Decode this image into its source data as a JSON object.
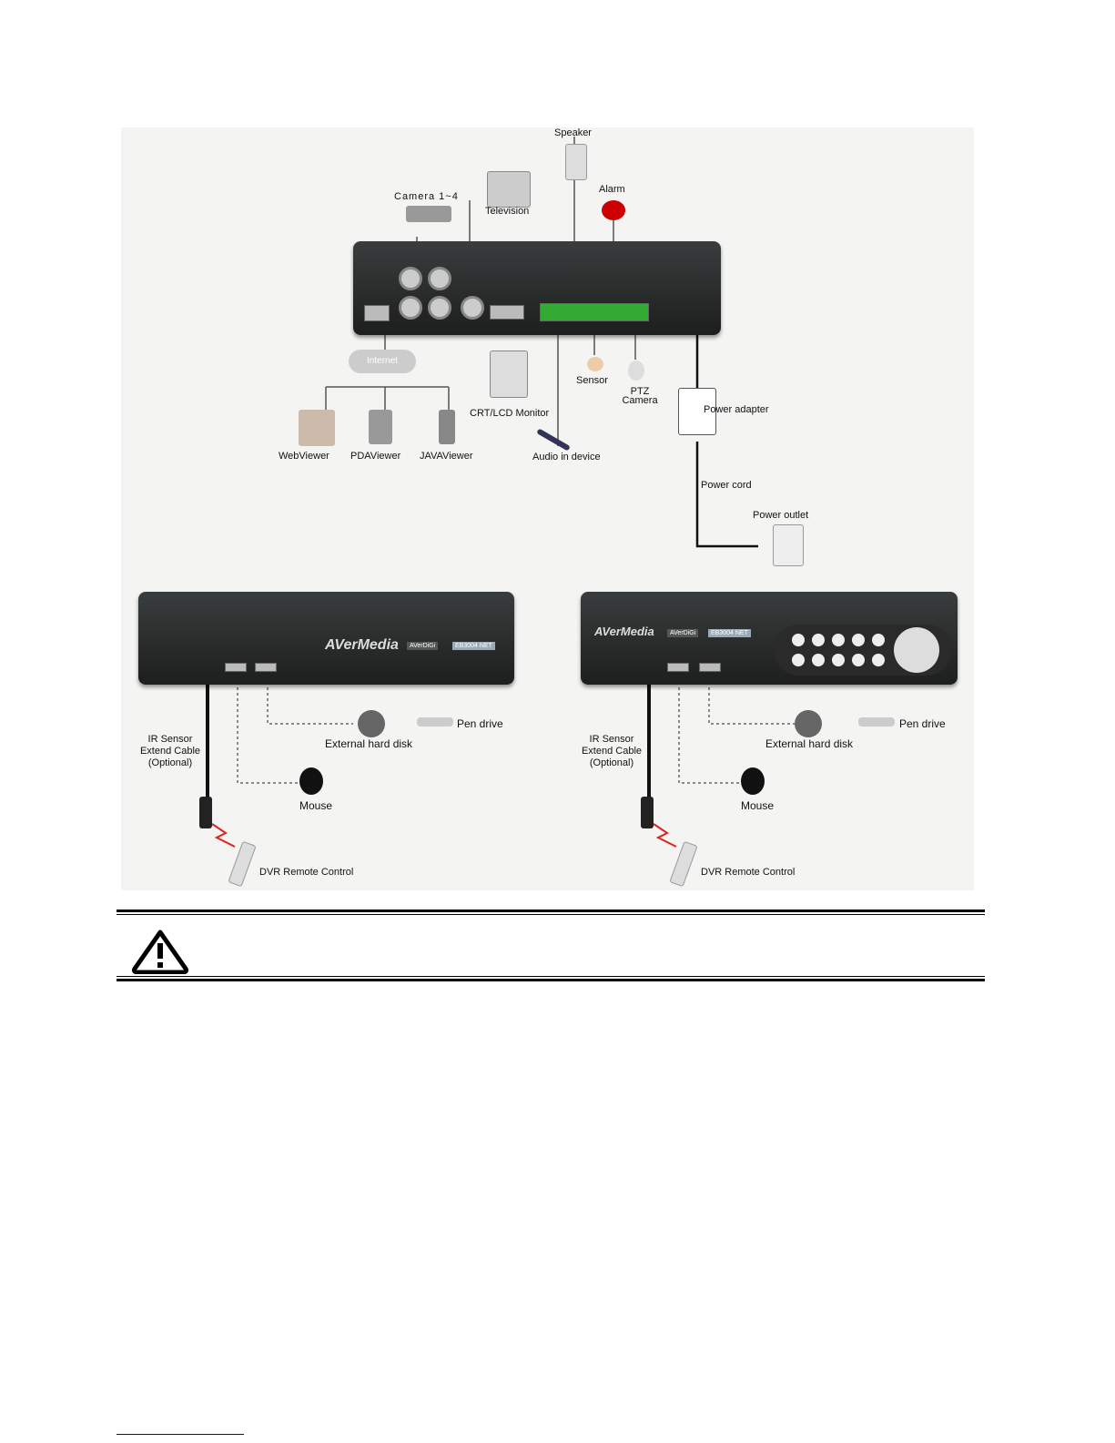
{
  "diagram": {
    "top": {
      "speaker": "Speaker",
      "alarm": "Alarm",
      "camera": "Camera 1~4",
      "television": "Television",
      "internet": "Internet",
      "webviewer": "WebViewer",
      "pdaviewer": "PDAViewer",
      "javaviewer": "JAVAViewer",
      "monitor": "CRT/LCD Monitor",
      "audio_in": "Audio in device",
      "sensor": "Sensor",
      "ptz": "PTZ Camera",
      "power_adapter": "Power adapter",
      "power_cord": "Power cord",
      "power_outlet": "Power outlet"
    },
    "front_left": {
      "brand": "AVerMedia",
      "series": "AVerDiGi",
      "model": "EB3004 NET",
      "pen_drive": "Pen drive",
      "hdd": "External hard disk",
      "ir": "IR Sensor Extend Cable (Optional)",
      "mouse": "Mouse",
      "remote": "DVR Remote Control"
    },
    "front_right": {
      "brand": "AVerMedia",
      "series": "AVerDiGi",
      "model": "EB3004 NET",
      "pen_drive": "Pen drive",
      "hdd": "External hard disk",
      "ir": "IR Sensor Extend Cable (Optional)",
      "mouse": "Mouse",
      "remote": "DVR Remote Control"
    }
  },
  "warning": {
    "icon": "warning-triangle-icon"
  }
}
